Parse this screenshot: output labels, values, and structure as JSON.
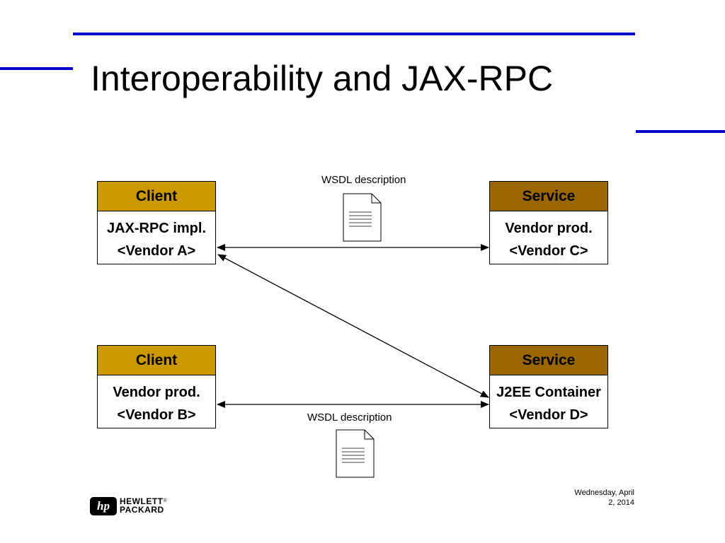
{
  "slide": {
    "title": "Interoperability and JAX-RPC",
    "accent_color": "#0000cc"
  },
  "boxes": {
    "client_a": {
      "header": "Client",
      "line1": "JAX-RPC impl.",
      "line2": "<Vendor A>",
      "header_color": "#cc9900"
    },
    "service_c": {
      "header": "Service",
      "line1": "Vendor prod.",
      "line2": "<Vendor C>",
      "header_color": "#996600"
    },
    "client_b": {
      "header": "Client",
      "line1": "Vendor prod.",
      "line2": "<Vendor B>",
      "header_color": "#cc9900"
    },
    "service_d": {
      "header": "Service",
      "line1": "J2EE Container",
      "line2": "<Vendor D>",
      "header_color": "#996600"
    }
  },
  "wsdl": {
    "top_label": "WSDL description",
    "bottom_label": "WSDL description",
    "icon": "document-icon"
  },
  "footer": {
    "date_line1": "Wednesday, April",
    "date_line2": "2, 2014",
    "logo_mark": "hp",
    "logo_line1": "HEWLETT",
    "logo_reg": "®",
    "logo_line2": "PACKARD"
  }
}
